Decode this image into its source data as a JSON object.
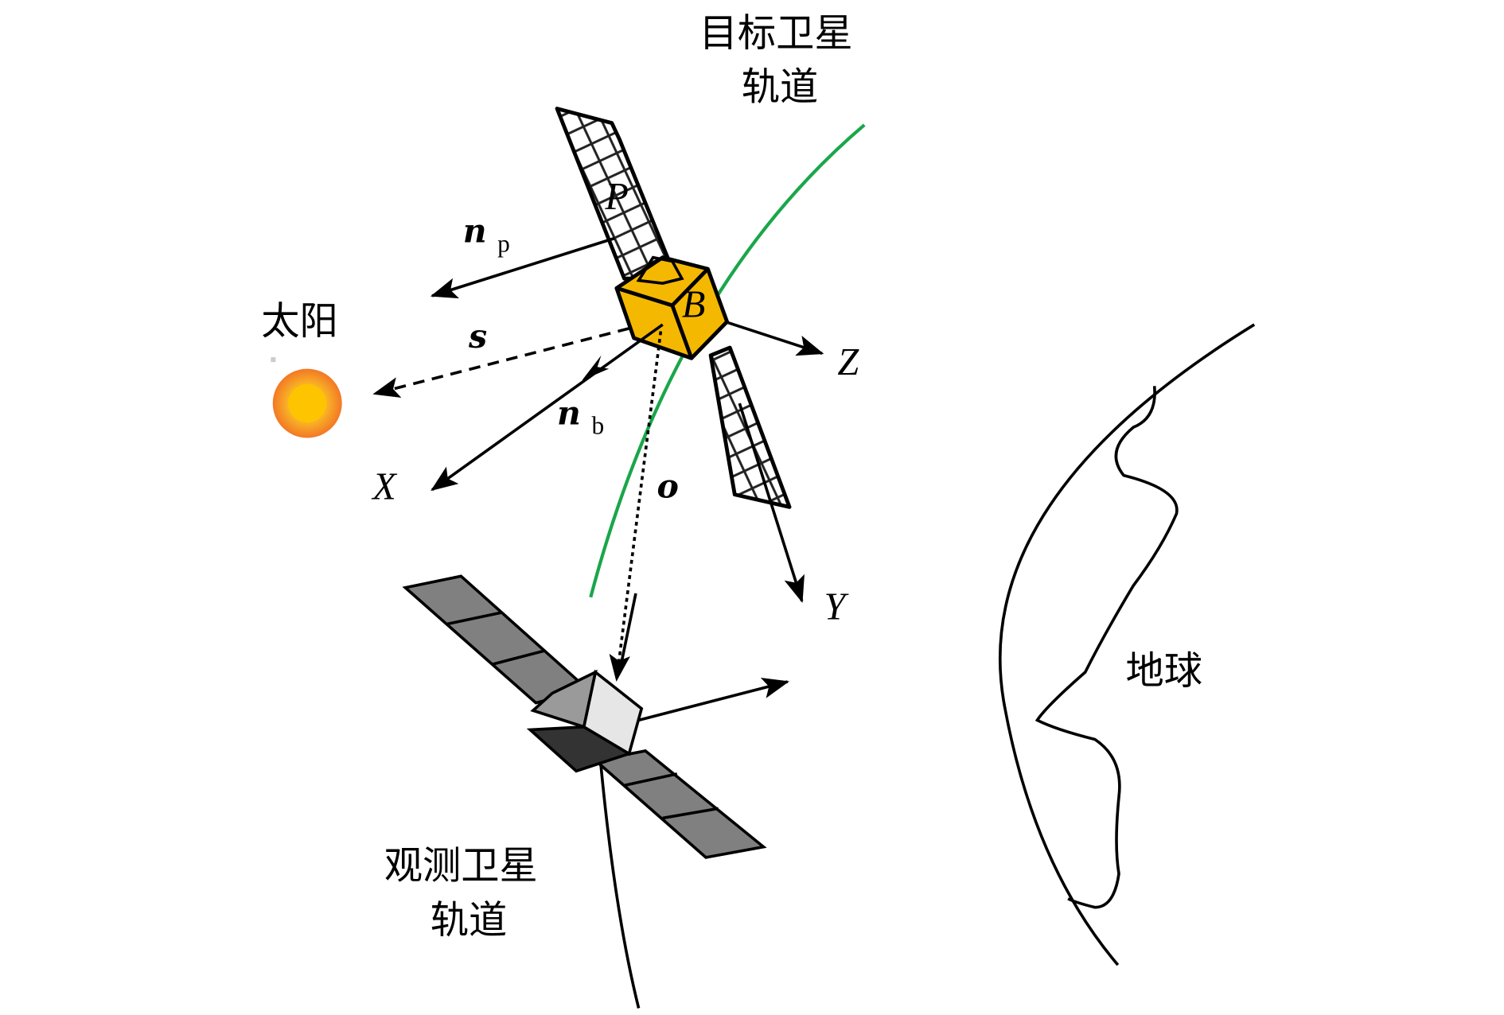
{
  "labels": {
    "target_orbit_line1": "目标卫星",
    "target_orbit_line2": "轨道",
    "observer_orbit_line1": "观测卫星",
    "observer_orbit_line2": "轨道",
    "sun": "太阳",
    "earth": "地球",
    "axis_x": "X",
    "axis_y": "Y",
    "axis_z": "Z",
    "vec_np": "n",
    "vec_np_sub": "p",
    "vec_nb": "n",
    "vec_nb_sub": "b",
    "vec_s": "s",
    "vec_o": "o",
    "panel_p": "P",
    "body_b": "B"
  },
  "colors": {
    "target_orbit": "#1aa64a",
    "target_body": "#f5b800",
    "sun": "#f7a000",
    "observer_panel": "#808080"
  }
}
